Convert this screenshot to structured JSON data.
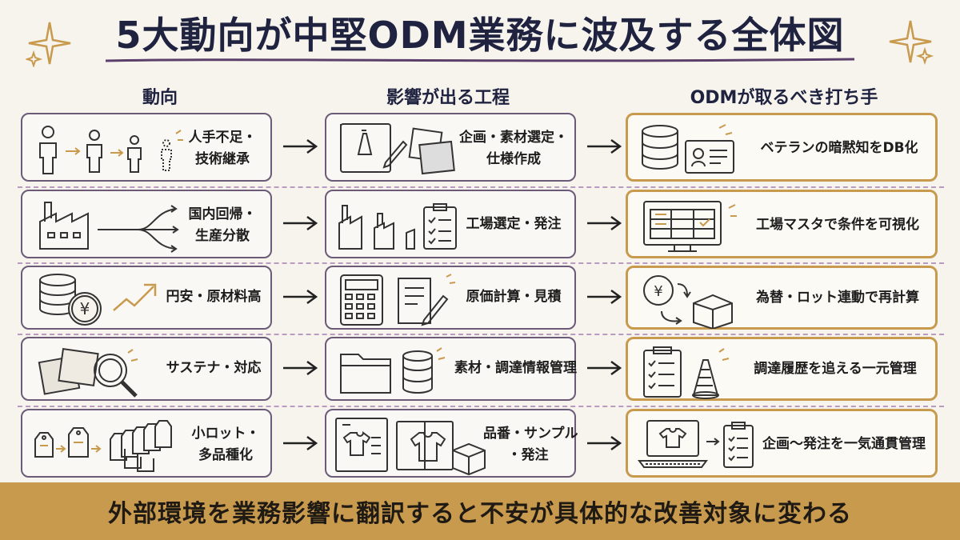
{
  "title": "5大動向が中堅ODM業務に波及する全体図",
  "columns": {
    "trend": "動向",
    "process": "影響が出る工程",
    "action": "ODMが取るべき打ち手"
  },
  "rows": [
    {
      "trend": [
        "人手不足・",
        "技術継承"
      ],
      "process": [
        "企画・素材選定・",
        "仕様作成"
      ],
      "action": [
        "ベテランの暗黙知をDB化"
      ],
      "trend_icon": "people-icon",
      "process_icon": "sketchbook-icon",
      "action_icon": "database-card-icon"
    },
    {
      "trend": [
        "国内回帰・",
        "生産分散"
      ],
      "process": [
        "工場選定・発注"
      ],
      "action": [
        "工場マスタで条件を可視化"
      ],
      "trend_icon": "factory-branch-icon",
      "process_icon": "factories-checklist-icon",
      "action_icon": "monitor-table-icon"
    },
    {
      "trend": [
        "円安・原材料高"
      ],
      "process": [
        "原価計算・見積"
      ],
      "action": [
        "為替・ロット連動で再計算"
      ],
      "trend_icon": "yen-coins-icon",
      "process_icon": "calculator-icon",
      "action_icon": "yen-box-icon"
    },
    {
      "trend": [
        "サステナ・対応"
      ],
      "process": [
        "素材・調達情報管理"
      ],
      "action": [
        "調達履歴を追える一元管理"
      ],
      "trend_icon": "fabric-magnifier-icon",
      "process_icon": "folder-database-icon",
      "action_icon": "clipboard-yarn-icon"
    },
    {
      "trend": [
        "小ロット・",
        "多品種化"
      ],
      "process": [
        "品番・サンプル",
        "・発注"
      ],
      "action": [
        "企画〜発注を一気通貫管理"
      ],
      "trend_icon": "tags-icon",
      "process_icon": "shirt-box-icon",
      "action_icon": "laptop-checklist-icon"
    }
  ],
  "footer": "外部環境を業務影響に翻訳すると不安が具体的な改善対象に変わる",
  "colors": {
    "accent_gold": "#c89a4e",
    "ink_purple": "#6b5a78",
    "title_navy": "#1f2340"
  }
}
